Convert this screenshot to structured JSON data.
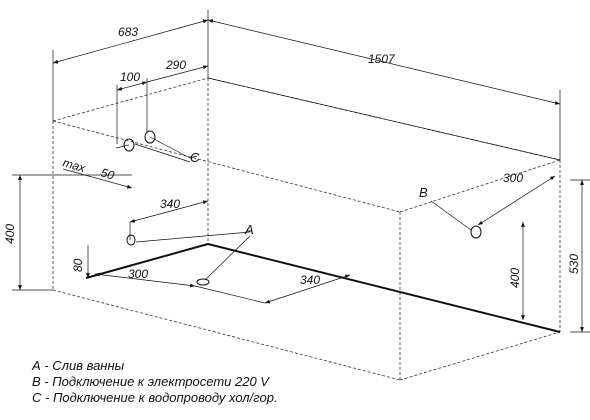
{
  "dimensions": {
    "d683": "683",
    "d1507": "1507",
    "d100": "100",
    "d290": "290",
    "dmax": "max",
    "d50": "50",
    "d340_top": "340",
    "d400_left": "400",
    "d80": "80",
    "d300_bottom": "300",
    "d340_bottom": "340",
    "d300_right": "300",
    "d400_right": "400",
    "d530": "530"
  },
  "markers": {
    "a": "A",
    "b": "B",
    "c": "C"
  },
  "legend": [
    "А - Слив ванны",
    "В - Подключение к электросети 220 V",
    "С - Подключение к водопроводу хол/гор."
  ]
}
